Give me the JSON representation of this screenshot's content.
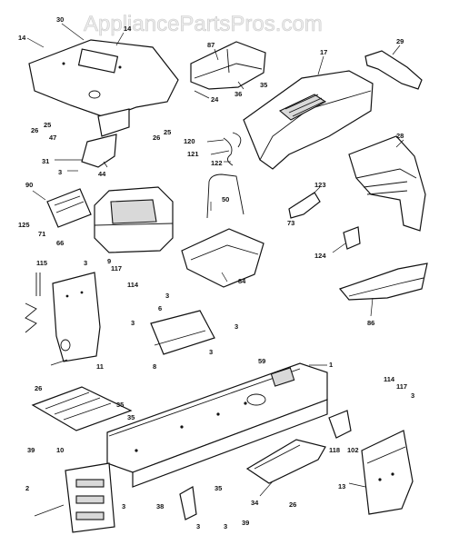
{
  "watermark": "AppliancePartsPros.com",
  "callouts": {
    "c14a": "14",
    "c30": "30",
    "c14b": "14",
    "c87": "87",
    "c29": "29",
    "c17": "17",
    "c24": "24",
    "c36": "36",
    "c35a": "35",
    "c25a": "25",
    "c25b": "25",
    "c26a": "26",
    "c26b": "26",
    "c47": "47",
    "c120": "120",
    "c121": "121",
    "c122": "122",
    "c28": "28",
    "c31": "31",
    "c3a": "3",
    "c44": "44",
    "c90": "90",
    "c50": "50",
    "c123": "123",
    "c125": "125",
    "c71": "71",
    "c66": "66",
    "c9": "9",
    "c73": "73",
    "c124": "124",
    "c84": "84",
    "c115": "115",
    "c3b": "3",
    "c117a": "117",
    "c114a": "114",
    "c86": "86",
    "c3c": "3",
    "c6": "6",
    "c3d": "3",
    "c3e": "3",
    "c3f": "3",
    "c11": "11",
    "c59": "59",
    "c1": "1",
    "c26c": "26",
    "c35b": "35",
    "c35c": "35",
    "c8": "8",
    "c114b": "114",
    "c117b": "117",
    "c3g": "3",
    "c39": "39",
    "c10": "10",
    "c118": "118",
    "c102": "102",
    "c2": "2",
    "c13": "13",
    "c35d": "35",
    "c34": "34",
    "c26d": "26",
    "c38": "38",
    "c3h": "3",
    "c3i": "3",
    "c3j": "3",
    "c39b": "39"
  }
}
